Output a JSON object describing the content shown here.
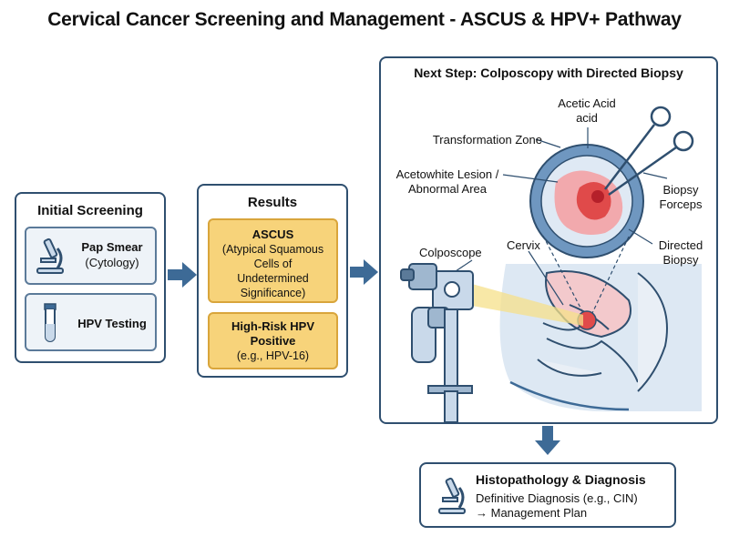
{
  "title": "Cervical Cancer Screening and Management - ASCUS & HPV+ Pathway",
  "screening": {
    "title": "Initial Screening",
    "pap_label": "Pap Smear",
    "pap_sub": "(Cytology)",
    "hpv_label": "HPV Testing"
  },
  "results": {
    "title": "Results",
    "ascus_title": "ASCUS",
    "ascus_desc": "(Atypical Squamous Cells of Undetermined Significance)",
    "hpv_title": "High-Risk HPV Positive",
    "hpv_example": "(e.g., HPV-16)"
  },
  "colposcopy": {
    "title": "Next Step: Colposcopy with Directed Biopsy",
    "acetic_acid": "Acetic Acid acid",
    "transformation_zone": "Transformation Zone",
    "acetowhite": "Acetowhite Lesion / Abnormal Area",
    "biopsy_forceps": "Biopsy Forceps",
    "directed_biopsy": "Directed Biopsy",
    "colposcope": "Colposcope",
    "cervix": "Cervix"
  },
  "histopathology": {
    "title": "Histopathology & Diagnosis",
    "desc_line1": "Definitive Diagnosis (e.g., CIN)",
    "desc_line2": "→ Management Plan"
  },
  "colors": {
    "panel_border": "#2f4f6f",
    "arrow": "#3d6a96",
    "result_fill": "#f7d37a",
    "result_border": "#d9a53b",
    "lesion": "#e04a4a"
  }
}
